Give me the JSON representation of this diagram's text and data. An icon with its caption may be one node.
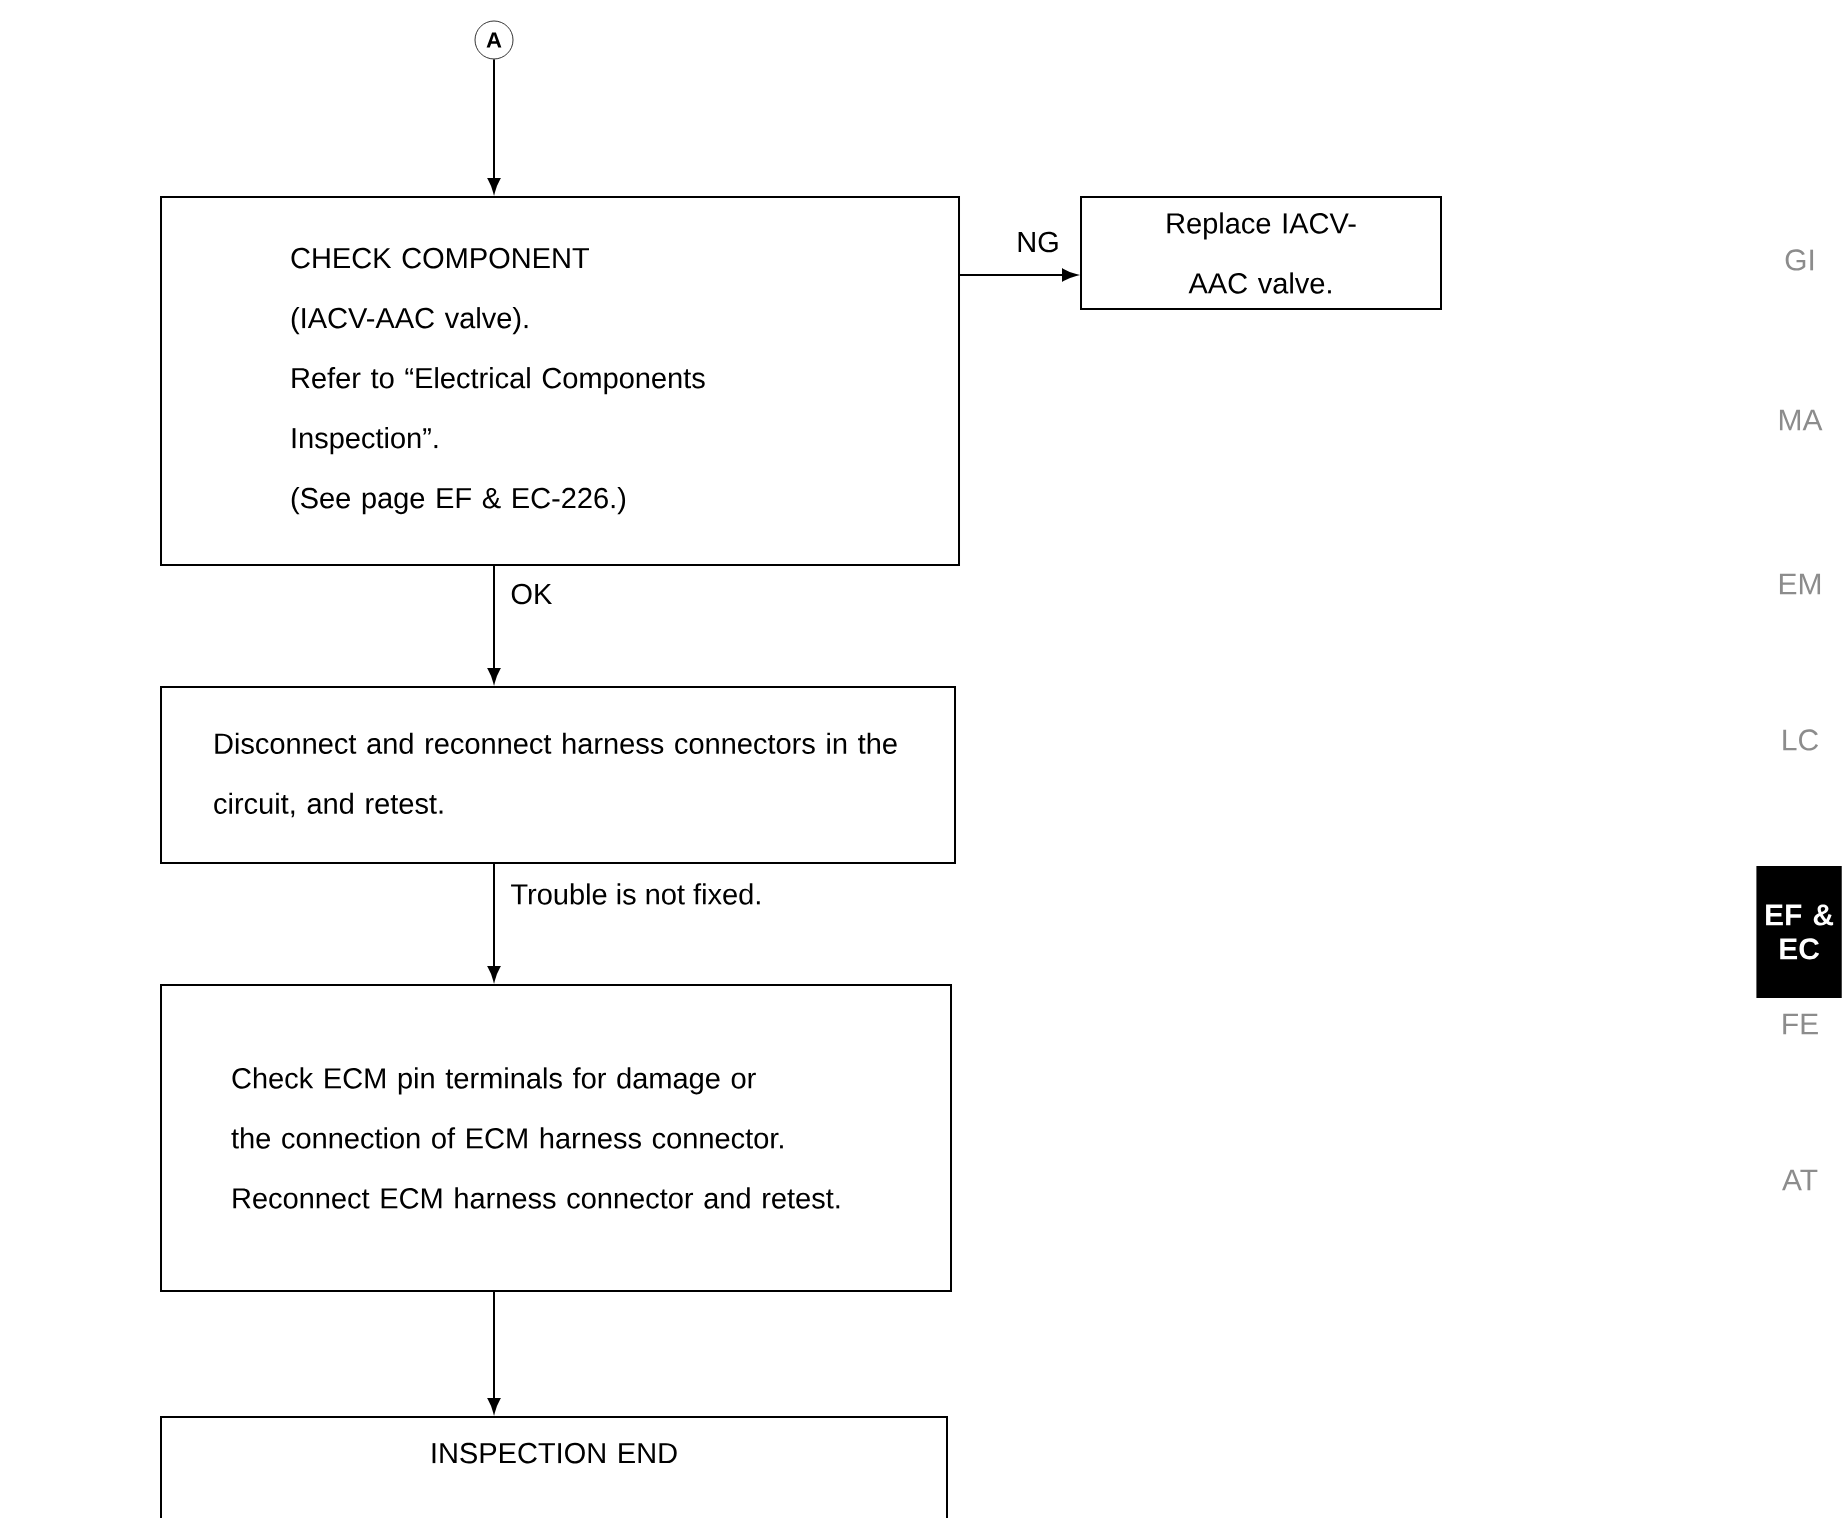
{
  "diagram": {
    "nodes": [
      {
        "text": [
          "A"
        ]
      },
      {
        "text": [
          "CHECK COMPONENT",
          "(IACV-AAC valve).",
          "Refer to “Electrical Components Inspection”.",
          "(See page EF & EC-226.)"
        ]
      },
      {
        "text": [
          "Replace IACV-AAC valve."
        ]
      },
      {
        "text": [
          "Disconnect and reconnect harness connectors in the circuit, and retest."
        ]
      },
      {
        "text": [
          "Check ECM pin terminals for damage or the connection of ECM harness connector. Reconnect ECM harness connector and retest."
        ]
      },
      {
        "text": [
          "INSPECTION END"
        ]
      }
    ],
    "edges": [
      {
        "from": 0,
        "to": 1,
        "arrow": "to"
      },
      {
        "from": 1,
        "to": 2,
        "arrow": "to",
        "label": "NG"
      },
      {
        "from": 1,
        "to": 3,
        "arrow": "to",
        "label": "OK"
      },
      {
        "from": 3,
        "to": 4,
        "arrow": "to",
        "label": "Trouble is not fixed."
      },
      {
        "from": 4,
        "to": 5,
        "arrow": "to"
      }
    ],
    "labels": [
      "GI",
      "MA",
      "EM",
      "LC",
      "EF & EC",
      "FE",
      "AT"
    ]
  }
}
